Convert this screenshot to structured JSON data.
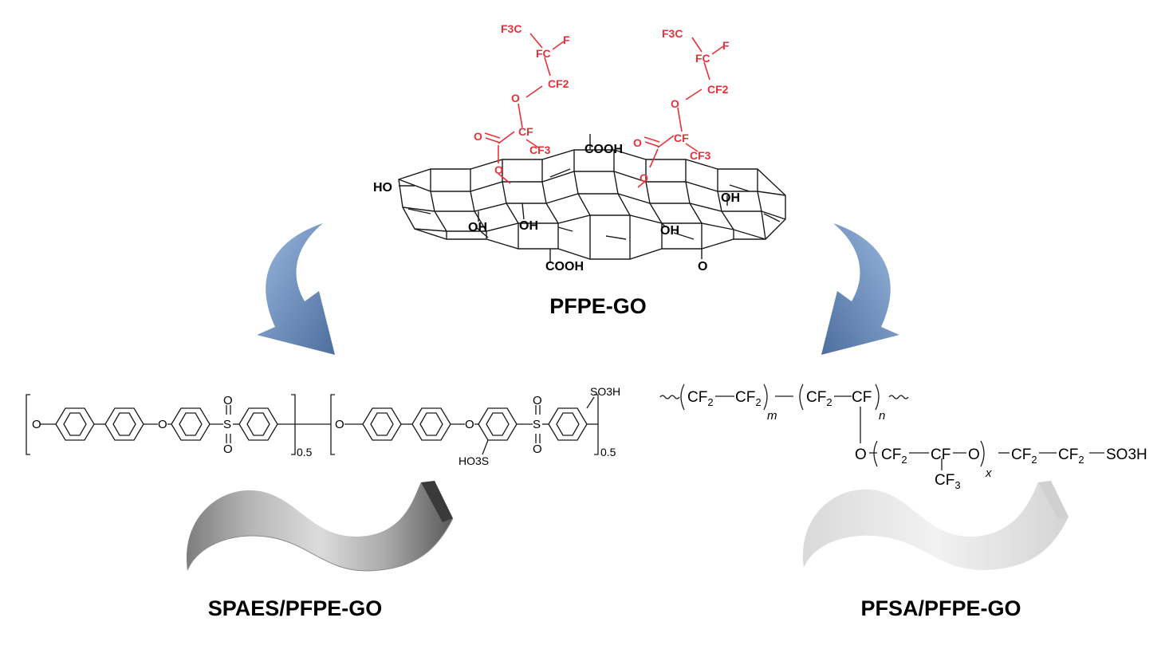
{
  "labels": {
    "center": "PFPE-GO",
    "left": "SPAES/PFPE-GO",
    "right": "PFSA/PFPE-GO"
  },
  "go_groups": {
    "cooh_top": "COOH",
    "cooh_bottom": "COOH",
    "ho_left": "HO",
    "oh_1": "OH",
    "oh_2": "OH",
    "oh_3": "OH",
    "oh_right": "OH",
    "o_ketone": "O"
  },
  "pfpe_chain": {
    "cf3_top": "F3C",
    "cfc": "FC",
    "f": "F",
    "cf2": "CF2",
    "o_ether": "O",
    "cf": "CF",
    "cf3": "CF3",
    "o_carbonyl": "O",
    "o_ester": "O"
  },
  "spaes": {
    "o": "O",
    "s": "S",
    "so3h": "SO3H",
    "ho3s": "HO3S",
    "subscript": "0.5"
  },
  "pfsa": {
    "subscript_m": "m",
    "subscript_n": "n",
    "subscript_x": "x",
    "so3h": "SO3H"
  },
  "colors": {
    "pfpe_red": "#e8303a",
    "arrow_light": "#8fb0dc",
    "arrow_dark": "#4a6b9a",
    "membrane_gray": "#9a9a9a",
    "membrane_white": "#eeeeee"
  }
}
